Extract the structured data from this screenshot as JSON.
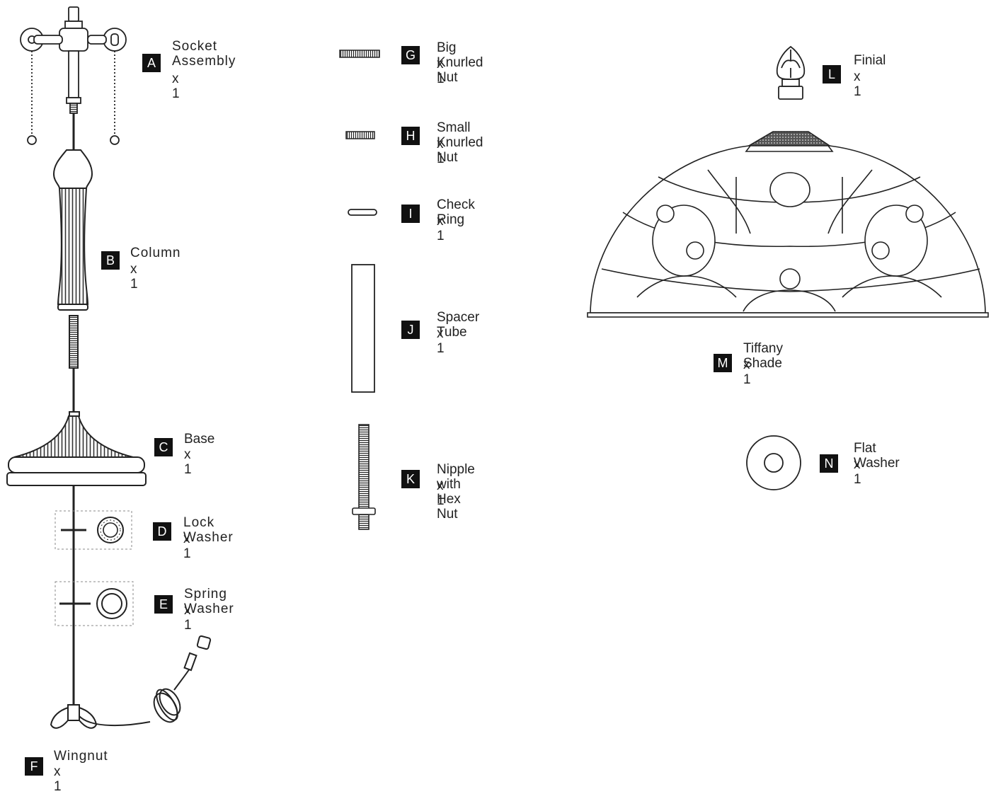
{
  "parts": [
    {
      "letter": "A",
      "name": "Socket\nAssembly",
      "qty": "x 1",
      "icon": "socket-assembly"
    },
    {
      "letter": "B",
      "name": "Column",
      "qty": "x 1",
      "icon": "column"
    },
    {
      "letter": "C",
      "name": "Base",
      "qty": "x 1",
      "icon": "base"
    },
    {
      "letter": "D",
      "name": "Lock Washer",
      "qty": "x 1",
      "icon": "lock-washer"
    },
    {
      "letter": "E",
      "name": "Spring Washer",
      "qty": "x 1",
      "icon": "spring-washer"
    },
    {
      "letter": "F",
      "name": "Wingnut",
      "qty": "x 1",
      "icon": "wingnut"
    },
    {
      "letter": "G",
      "name": "Big Knurled Nut",
      "qty": "x 1",
      "icon": "big-knurled-nut"
    },
    {
      "letter": "H",
      "name": "Small Knurled Nut",
      "qty": "x 1",
      "icon": "small-knurled-nut"
    },
    {
      "letter": "I",
      "name": "Check Ring",
      "qty": "x 1",
      "icon": "check-ring"
    },
    {
      "letter": "J",
      "name": "Spacer Tube",
      "qty": "x 1",
      "icon": "spacer-tube"
    },
    {
      "letter": "K",
      "name": "Nipple with Hex Nut",
      "qty": "x 1",
      "icon": "nipple-hex-nut"
    },
    {
      "letter": "L",
      "name": "Finial",
      "qty": "x 1",
      "icon": "finial"
    },
    {
      "letter": "M",
      "name": "Tiffany Shade",
      "qty": "x 1",
      "icon": "tiffany-shade"
    },
    {
      "letter": "N",
      "name": "Flat Washer",
      "qty": "x 1",
      "icon": "flat-washer"
    }
  ],
  "colors": {
    "ink": "#222222",
    "badge": "#111111",
    "badge_text": "#ffffff"
  }
}
